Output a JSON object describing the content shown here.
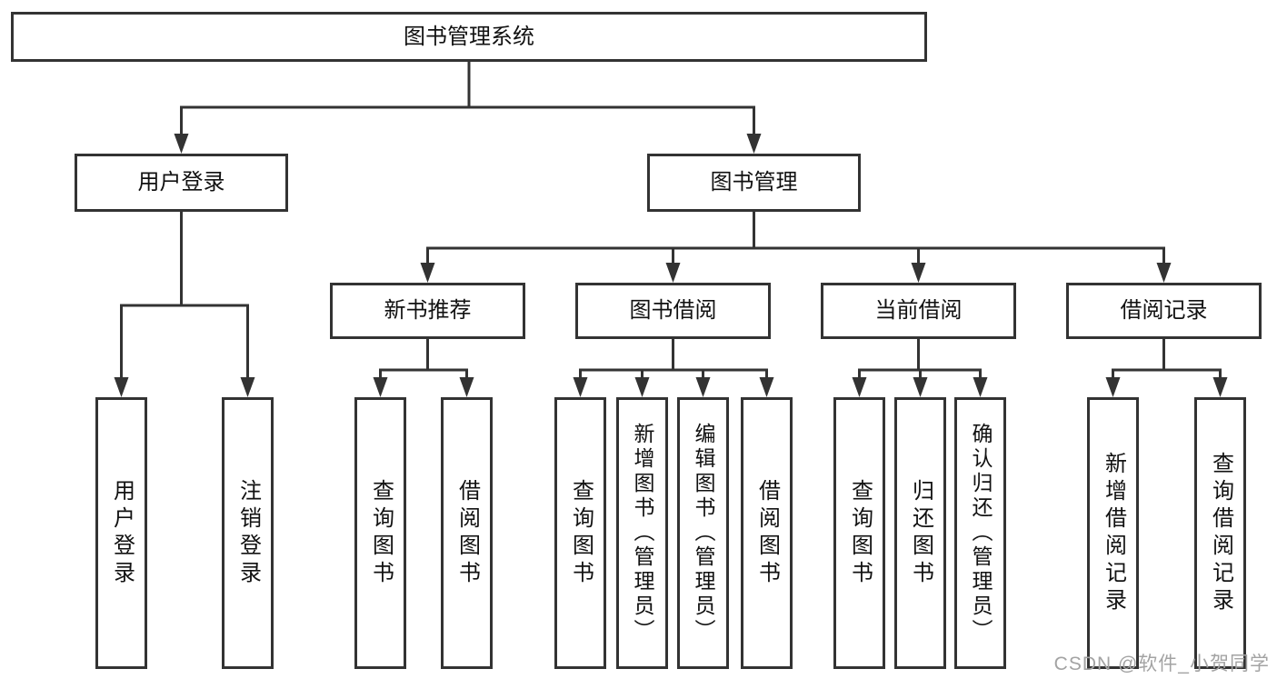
{
  "colors": {
    "line": "#333333",
    "box_border": "#333333",
    "box_fill": "#ffffff",
    "text": "#111111",
    "watermark": "#a3a3a3"
  },
  "diagram": {
    "type": "hierarchy-tree",
    "root": {
      "label": "图书管理系统"
    },
    "branches": [
      {
        "label": "用户登录",
        "children": [
          {
            "label": "用户登录"
          },
          {
            "label": "注销登录"
          }
        ]
      },
      {
        "label": "图书管理",
        "children": [
          {
            "label": "新书推荐",
            "children": [
              {
                "label": "查询图书"
              },
              {
                "label": "借阅图书"
              }
            ]
          },
          {
            "label": "图书借阅",
            "children": [
              {
                "label": "查询图书"
              },
              {
                "label": "新增图书（管理员）"
              },
              {
                "label": "编辑图书（管理员）"
              },
              {
                "label": "借阅图书"
              }
            ]
          },
          {
            "label": "当前借阅",
            "children": [
              {
                "label": "查询图书"
              },
              {
                "label": "归还图书"
              },
              {
                "label": "确认归还（管理员）"
              }
            ]
          },
          {
            "label": "借阅记录",
            "children": [
              {
                "label": "新增借阅记录"
              },
              {
                "label": "查询借阅记录"
              }
            ]
          }
        ]
      }
    ]
  },
  "watermark": {
    "text": "CSDN @软件_小贺同学"
  }
}
